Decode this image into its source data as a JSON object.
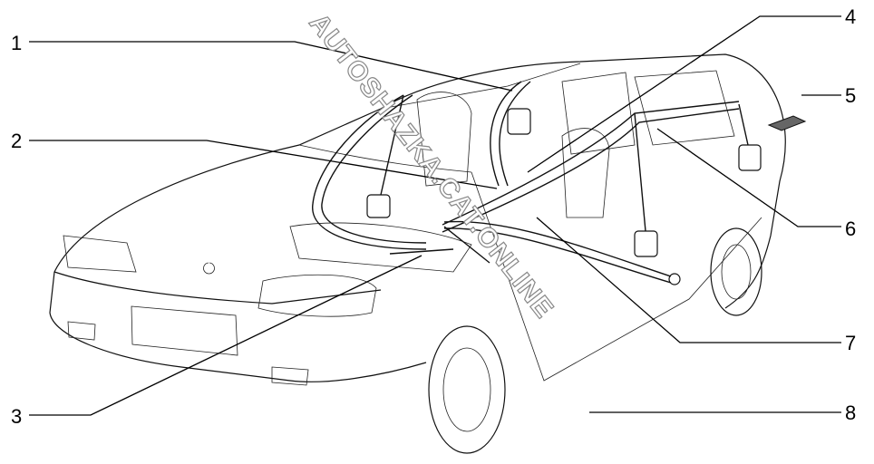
{
  "diagram": {
    "callouts": [
      {
        "label": "1"
      },
      {
        "label": "2"
      },
      {
        "label": "3"
      },
      {
        "label": "4"
      },
      {
        "label": "5"
      },
      {
        "label": "6"
      },
      {
        "label": "7"
      },
      {
        "label": "8"
      }
    ],
    "watermark": "AUTOSHAZKA.CAT.ONLINE"
  }
}
